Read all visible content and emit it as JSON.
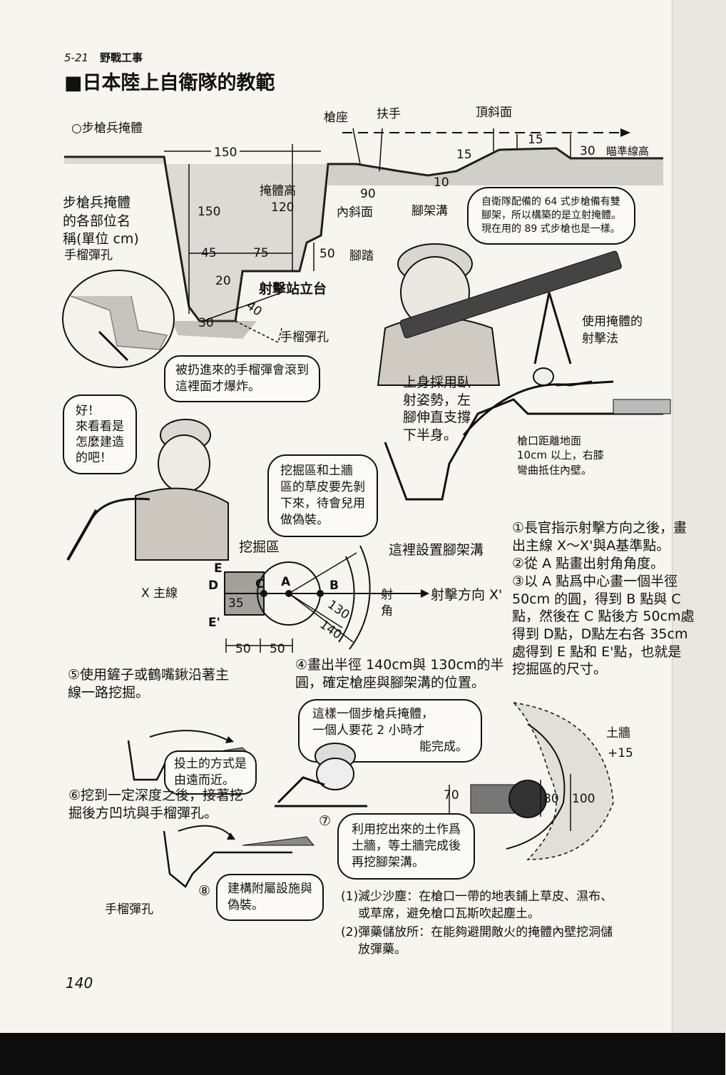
{
  "header": {
    "section": "5-21",
    "category": "野戰工事"
  },
  "title": "■日本陸上自衛隊的教範",
  "diagram1": {
    "subtitle": "○步槍兵掩體",
    "labels": {
      "gun_seat": "槍座",
      "handrail": "扶手",
      "top_slope": "頂斜面",
      "w150": "150",
      "d150": "150",
      "height_label": "掩體高",
      "h120": "120",
      "d90": "90",
      "d15a": "15",
      "d15b": "15",
      "d30": "30",
      "aim_height": "瞄準線高",
      "d10": "10",
      "inner_slope": "內斜面",
      "bipod_trench": "腳架溝",
      "w45": "45",
      "w75": "75",
      "d50": "50",
      "foothold": "腳踏",
      "d20": "20",
      "d40": "40",
      "d30b": "30",
      "platform": "射擊站立台",
      "grenade_hole": "手榴彈孔",
      "inset_label": "手榴彈孔"
    },
    "caption": [
      "步槍兵掩體",
      "的各部位名",
      "稱(單位 cm)"
    ],
    "bubble_grenade": [
      "被扔進來的手榴彈會滾到",
      "這裡面才爆炸。"
    ],
    "bubble_rifle": [
      "自衛隊配備的 64 式步槍備有雙",
      "腳架，所以構築的是立射掩體。",
      "現在用的 89 式步槍也是一樣。"
    ]
  },
  "diagram2": {
    "label_method": [
      "使用掩體的",
      "射擊法"
    ],
    "note_body": [
      "上身採用臥",
      "射姿勢，左",
      "腳伸直支撐",
      "下半身。"
    ],
    "note_muzzle": [
      "槍口距離地面",
      "10cm 以上，右膝",
      "彎曲抵住內壁。"
    ]
  },
  "speech_start": [
    "好！",
    "來看看是",
    "怎麼建造",
    "的吧！"
  ],
  "diagram3": {
    "bubble_turf": [
      "挖掘區和土牆",
      "區的草皮要先剝",
      "下來，待會兒用",
      "做偽裝。"
    ],
    "dig_area": "挖掘區",
    "bipod_here": "這裡設置腳架溝",
    "fire_angle": [
      "射",
      "角"
    ],
    "x_axis": "X 主線",
    "fire_dir": "射擊方向 X'",
    "pt_E": "E",
    "pt_D": "D",
    "pt_C": "C",
    "pt_A": "A",
    "pt_B": "B",
    "pt_E2": "E'",
    "d35": "35",
    "r130": "130",
    "r140": "140",
    "w50a": "50",
    "w50b": "50"
  },
  "steps": {
    "s1": [
      "①長官指示射擊方向之後，畫",
      "出主線 X～X'與A基準點。"
    ],
    "s2": [
      "②從 A 點畫出射角角度。"
    ],
    "s3": [
      "③以 A 點爲中心畫一個半徑",
      "50cm 的圓，得到 B 點與 C",
      "點，然後在 C 點後方 50cm處",
      "得到 D點，D點左右各 35cm",
      "處得到 E 點和 E'點，也就是",
      "挖掘區的尺寸。"
    ],
    "s4": [
      "④畫出半徑 140cm與 130cm的半",
      "圓，確定槍座與腳架溝的位置。"
    ],
    "s5": [
      "⑤使用鏟子或鶴嘴鍬沿著主",
      "線一路挖掘。"
    ],
    "s6": [
      "⑥挖到一定深度之後，接著挖",
      "掘後方凹坑與手榴彈孔。"
    ],
    "s7_num": "⑦",
    "s7": [
      "利用挖出來的土作爲",
      "土牆，等土牆完成後",
      "再挖腳架溝。"
    ],
    "s8_num": "⑧",
    "s8": [
      "建構附屬設施與",
      "偽裝。"
    ]
  },
  "bubble_throw": [
    "投土的方式是",
    "由遠而近。"
  ],
  "bubble_time": [
    "這樣一個步槍兵掩體，",
    "一個人要花 2 小時才",
    "能完成。"
  ],
  "plan_view": {
    "wall": "土牆",
    "plus15": "+15",
    "d70": "70",
    "d80": "80",
    "d100": "100"
  },
  "grenade_hole_label": "手榴彈孔",
  "notes": [
    [
      "(1)減少沙塵：在槍口一帶的地表鋪上草皮、濕布、",
      "或草席，避免槍口瓦斯吹起塵土。"
    ],
    [
      "(2)彈藥儲放所：在能夠避開敵火的掩體內壁挖洞儲",
      "放彈藥。"
    ]
  ],
  "page_number": "140"
}
